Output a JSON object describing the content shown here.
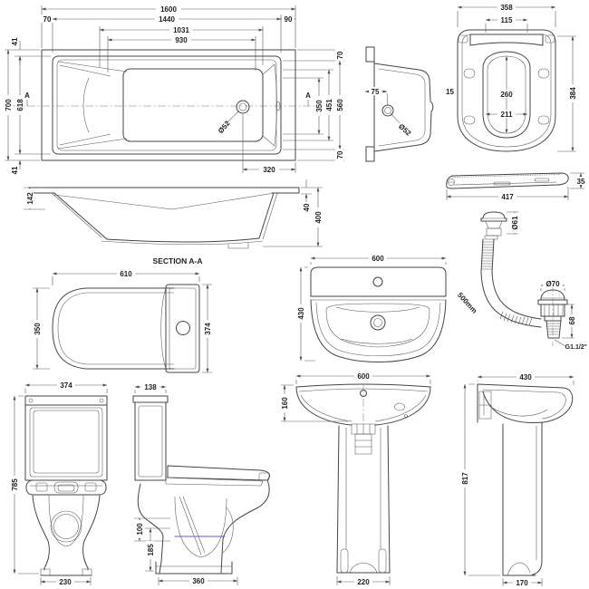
{
  "drawing": {
    "bath_plan": {
      "overall_length": "1600",
      "end_offset_left": "70",
      "inner_length": "1440",
      "end_offset_right": "90",
      "ledge_length": "1031",
      "floor_length": "930",
      "rim_top": "41",
      "overall_width": "700",
      "inner_width": "618",
      "rim_bottom": "41",
      "rim_right_top": "70",
      "floor_width": "350",
      "mid_width": "451",
      "inner_width_right": "560",
      "rim_right_bottom": "70",
      "waste_dia": "Ø52",
      "waste_offset": "320",
      "section_marker_left": "A",
      "section_marker_right": "A"
    },
    "bath_section": {
      "title": "SECTION A-A",
      "rim_depth": "142",
      "rim_height": "40",
      "overall_depth": "400"
    },
    "bath_end": {
      "waste_center": "75",
      "waste_dia": "Ø52",
      "note": "15"
    },
    "seat_plan": {
      "overall_width": "358",
      "hinge_centres": "115",
      "opening_depth": "260",
      "opening_width": "211",
      "overall_depth": "384"
    },
    "seat_side": {
      "overall_length": "417",
      "thickness": "35"
    },
    "bath_waste": {
      "overflow_dia": "Ø61",
      "hose_length": "500mm",
      "plug_dia": "Ø70",
      "body_height": "68",
      "thread": "G1.1/2\""
    },
    "wc_plan": {
      "overall_depth": "610",
      "bowl_width": "350",
      "cistern_width": "374"
    },
    "basin_plan": {
      "overall_width": "600",
      "overall_depth": "430"
    },
    "wc_front": {
      "cistern_width": "374",
      "overall_height": "785",
      "base_width": "230"
    },
    "wc_side": {
      "cistern_depth": "138",
      "trap_height": "100",
      "inlet_height": "185",
      "base_depth": "360"
    },
    "basin_front": {
      "overall_width": "600",
      "bowl_depth": "160",
      "pedestal_width": "220"
    },
    "basin_side": {
      "overall_depth": "430",
      "overall_height": "817",
      "pedestal_depth": "170"
    }
  },
  "colors": {
    "line": "#454545",
    "water": "#5c5cd6",
    "background": "#ffffff"
  }
}
